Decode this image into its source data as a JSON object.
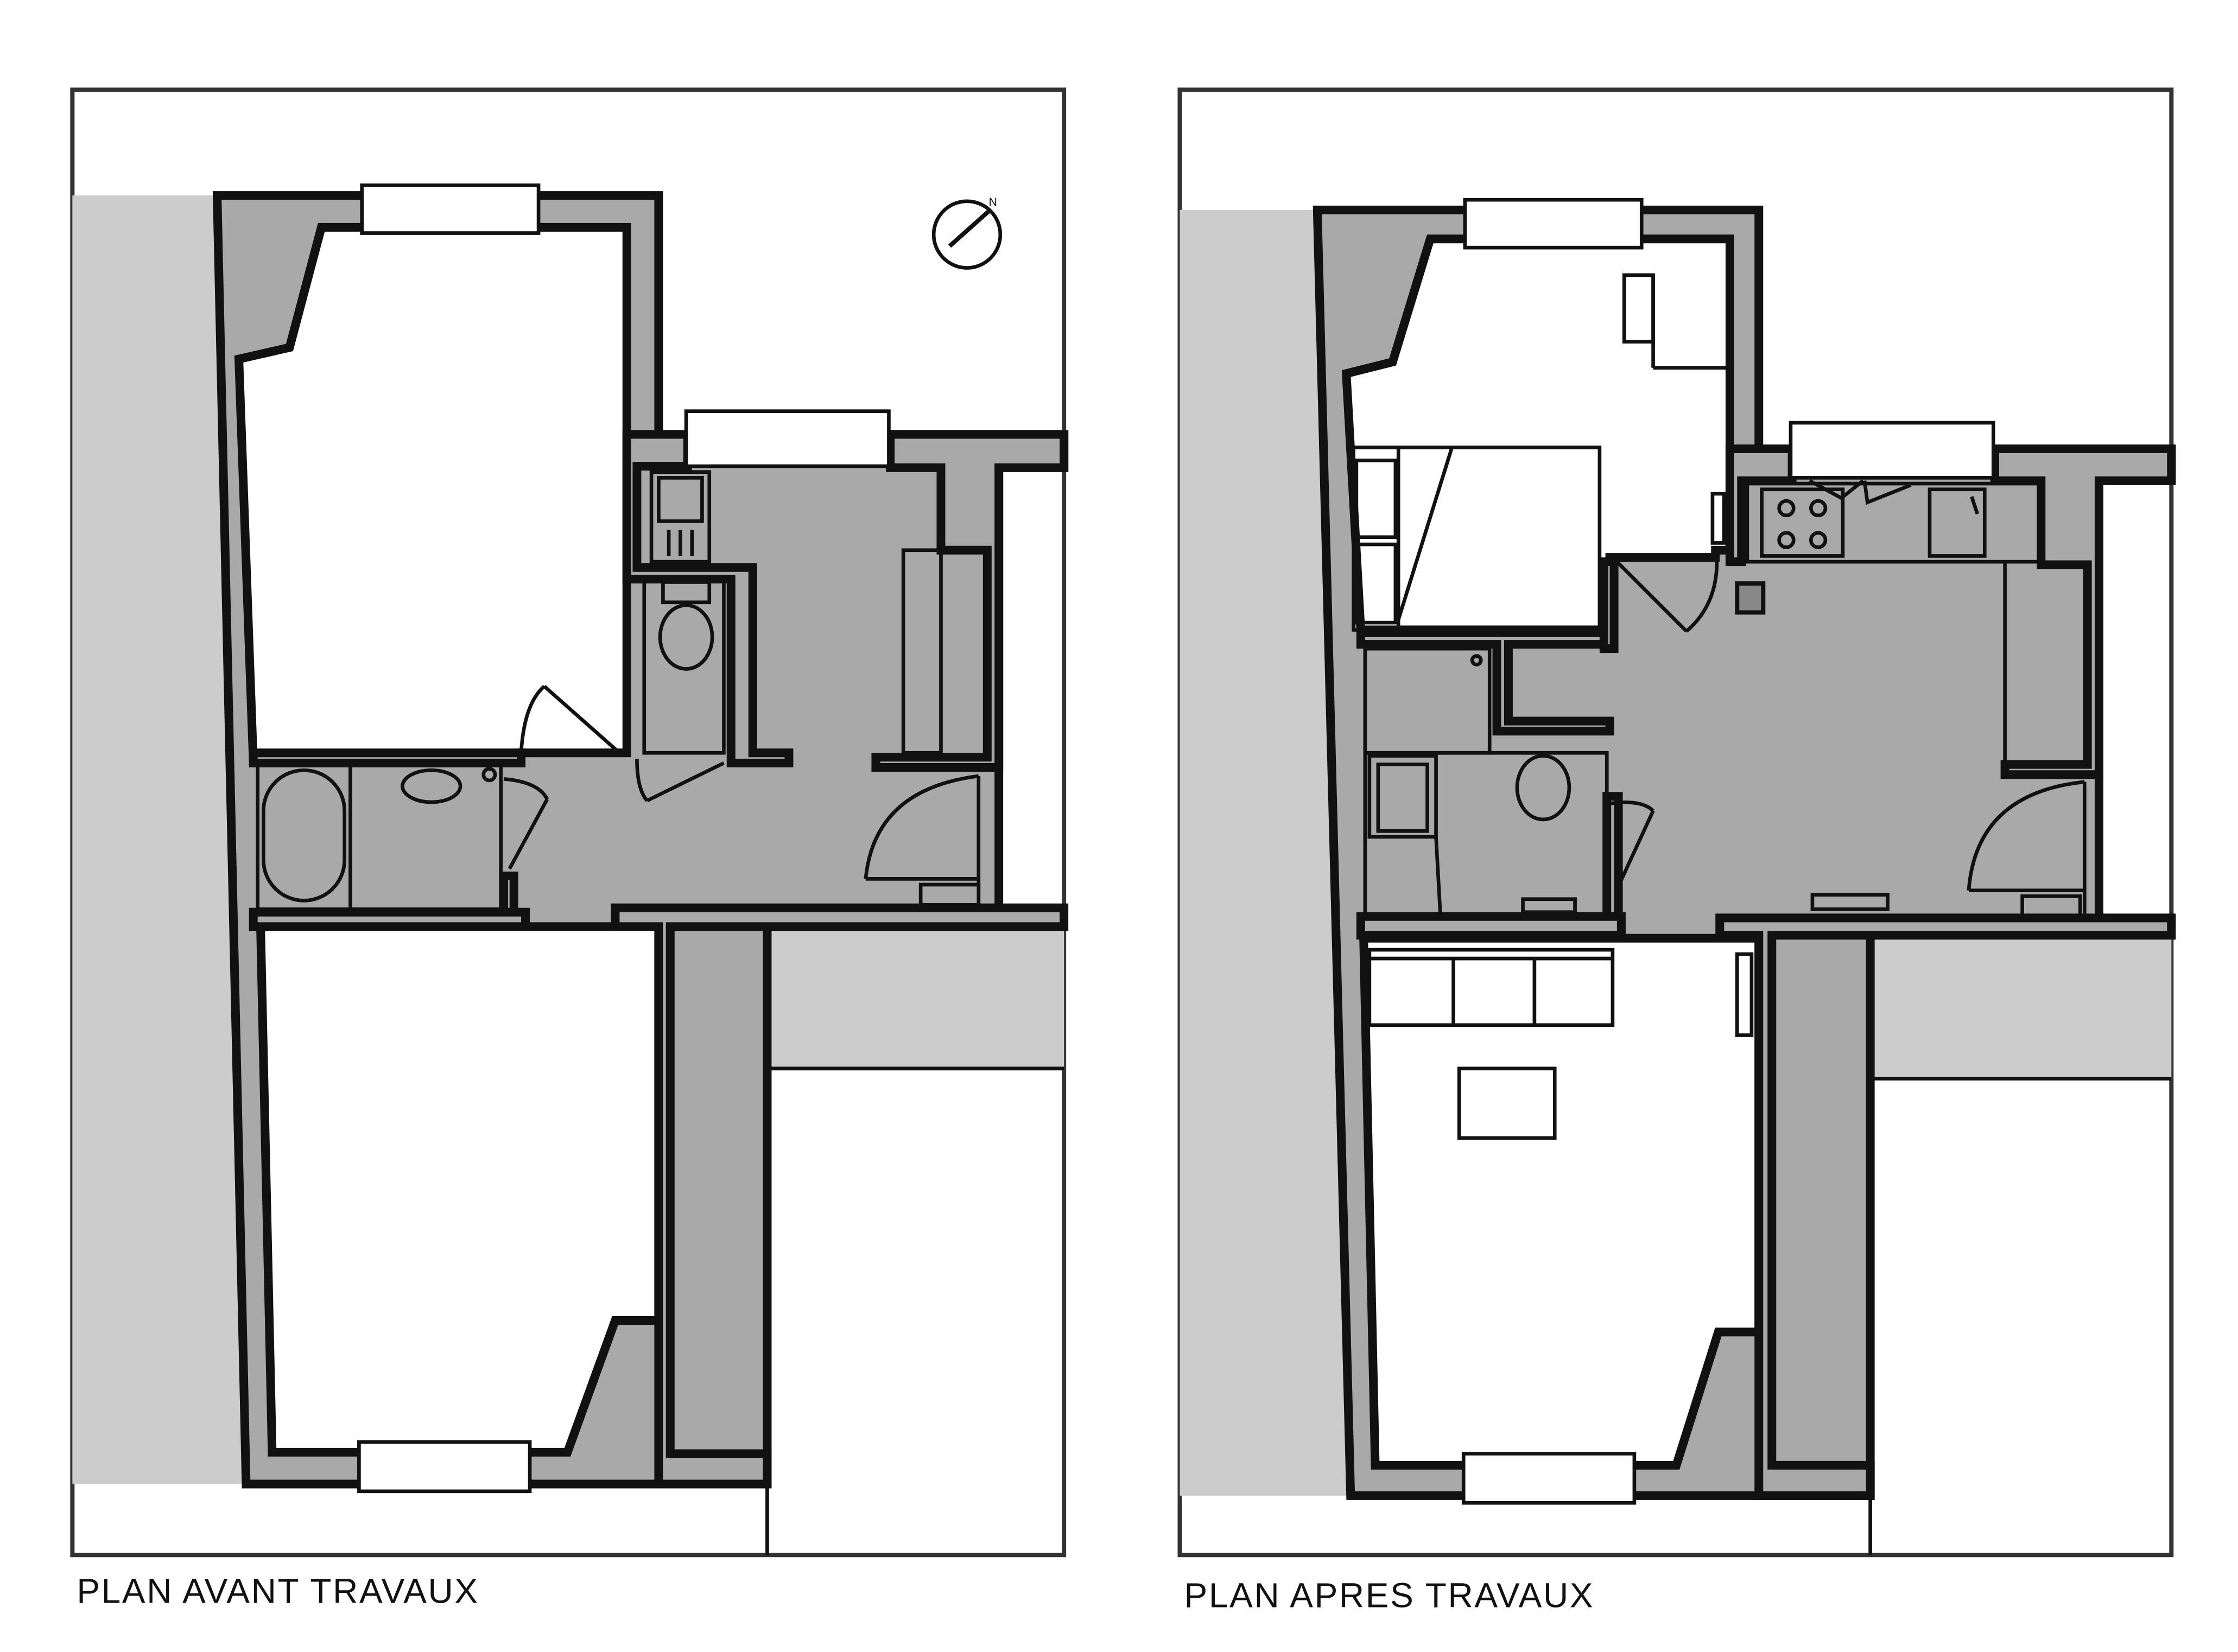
{
  "plans": [
    {
      "id": "avant",
      "caption": "PLAN AVANT TRAVAUX"
    },
    {
      "id": "apres",
      "caption": "PLAN APRES TRAVAUX"
    }
  ],
  "compass": {
    "label": "N"
  },
  "colors": {
    "wall": "#a9a9a9",
    "neighbor": "#cccccc",
    "line": "#111111",
    "background": "#ffffff"
  }
}
